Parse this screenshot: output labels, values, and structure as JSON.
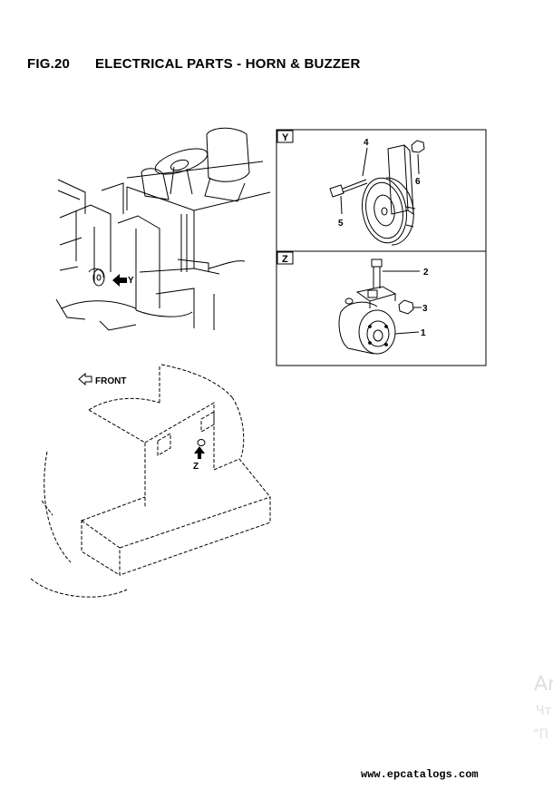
{
  "header": {
    "figure_number": "FIG.20",
    "caption": "ELECTRICAL PARTS - HORN & BUZZER"
  },
  "views": {
    "y": {
      "label": "Y",
      "callouts": [
        "4",
        "6",
        "5"
      ]
    },
    "z": {
      "label": "Z",
      "callouts": [
        "2",
        "3",
        "1"
      ]
    }
  },
  "overview": {
    "arrow_y_label": "Y",
    "arrow_z_label": "Z",
    "front_label": "FRONT"
  },
  "watermark": {
    "line1": "Ar",
    "line2": "Чт",
    "line3": "\"П"
  },
  "footer": {
    "url": "www.epcatalogs.com"
  }
}
